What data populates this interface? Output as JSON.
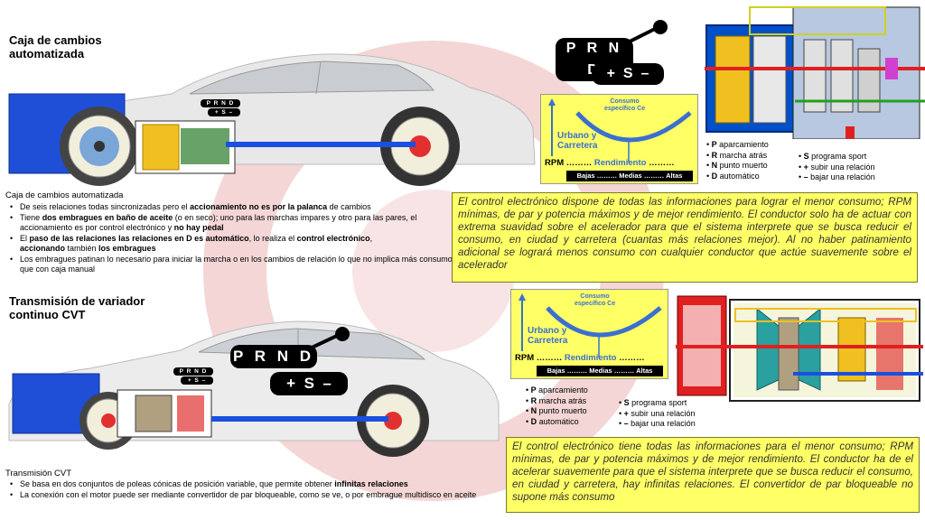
{
  "sections": {
    "auto": {
      "title_line1": "Caja de cambios",
      "title_line2": "automatizada",
      "subhead": "Caja de cambios automatizada",
      "bullets": [
        {
          "pre": "De seis relaciones todas sincronizadas pero el ",
          "b1": "accionamiento no es por la palanca",
          "mid": " de cambios",
          "b2": "",
          "post": ""
        },
        {
          "pre": "Tiene ",
          "b1": "dos embragues en baño de aceite",
          "mid": " (o en seco); uno para las marchas impares y otro para las pares, el accionamiento es por control electrónico y ",
          "b2": "no hay pedal",
          "post": ""
        },
        {
          "pre": "El ",
          "b1": "paso de las relaciones las relaciones en D es automático",
          "mid": ", lo realiza el ",
          "b2": "control electrónico",
          "post": ","
        },
        {
          "pre": "Los embragues patinan lo necesario para iniciar la marcha o en los cambios de relación lo que no implica más consumo que con caja manual",
          "b1": "",
          "mid": "",
          "b2": "",
          "post": ""
        }
      ],
      "bullet3_line2_b1": "accionando",
      "bullet3_line2_mid": " también ",
      "bullet3_line2_b2": "los embragues",
      "note_segments": [
        "El control electrónico dispone de todas las informaciones para lograr el menor consumo; RPM mínimas, de par y potencia máximos y de mejor rendimiento. El conductor solo ha de actuar con extrema suavidad sobre el acelerador para que el sistema interprete que se busca reducir el consumo, en ciudad y carretera (cuantas más relaciones mejor). Al no haber patinamiento adicional se logrará menos consumo con cualquier conductor que actúe suavemente sobre el acelerador"
      ]
    },
    "cvt": {
      "title_line1": "Transmisión de variador",
      "title_line2": "continuo CVT",
      "subhead": "Transmisión CVT",
      "bullet1_pre": "Se basa en dos conjuntos de poleas cónicas de posición variable,  que permite obtener ",
      "bullet1_bold": "infinitas relaciones",
      "bullet2": "La conexión con el motor puede ser mediante convertidor de par bloqueable, como se ve, o por embrague multidisco en aceite",
      "note_text": "El control electrónico tiene todas las informaciones para el menor consumo; RPM mínimas, de par y potencia máximos y de mejor rendimiento. El conductor ha de el acelerar suavemente para que el sistema interprete que se busca reducir el consumo, en ciudad y carretera, hay infinitas relaciones. El convertidor de par bloqueable no supone más consumo"
    }
  },
  "selector": {
    "top": "P R N D",
    "bottom_plus": "+",
    "bottom_s": "S",
    "bottom_minus": "–"
  },
  "selector_mini": {
    "top": "P R N D",
    "bottom": "+ S –"
  },
  "chart": {
    "curve_label_line1": "Consumo",
    "curve_label_line2": "específico Ce",
    "urbano_line1": "Urbano y",
    "urbano_line2": "Carretera",
    "rpm_label": "RPM ………",
    "rendimiento": "Rendimiento",
    "dots": "………",
    "scale": "Bajas ……… Medias ……… Altas"
  },
  "gear_legend_left": [
    {
      "key": "P",
      "text": " aparcamiento"
    },
    {
      "key": "R",
      "text": " marcha atrás"
    },
    {
      "key": "N",
      "text": " punto muerto"
    },
    {
      "key": "D",
      "text": " automático"
    }
  ],
  "gear_legend_right": [
    {
      "key": "S",
      "text": " programa  sport"
    },
    {
      "key": "+",
      "text": " subir una relación"
    },
    {
      "key": "–",
      "text": " bajar una relación"
    }
  ],
  "colors": {
    "note_bg": "#ffff66",
    "chart_bg": "#ffff66",
    "chart_curve": "#3b6fd0",
    "gearbox_blue": "#0050c8",
    "red_accent": "#e02020",
    "watermark": "#f2c8c8"
  }
}
